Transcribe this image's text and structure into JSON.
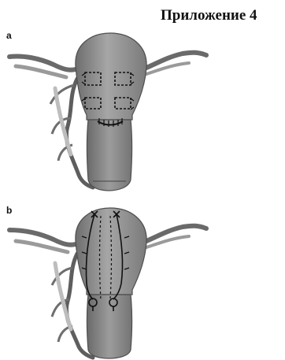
{
  "heading": "Приложение 4",
  "panels": [
    {
      "label": "a"
    },
    {
      "label": "b"
    }
  ],
  "colors": {
    "tissue": "#8f8f8f",
    "tissue_dark": "#555555",
    "tissue_light": "#b5b5b5",
    "suture": "#111111",
    "background": "#ffffff"
  }
}
